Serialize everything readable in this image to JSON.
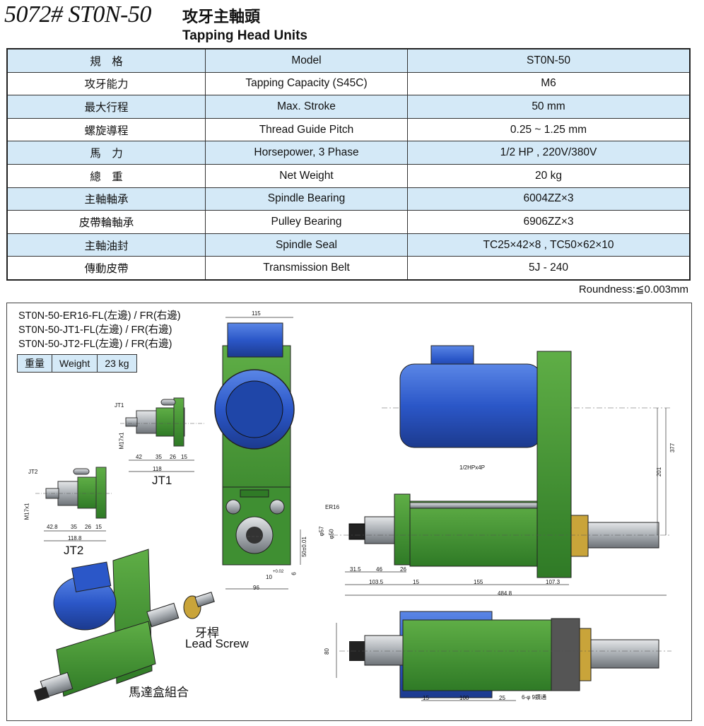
{
  "header": {
    "model": "5072# ST0N-50",
    "title_cn": "攻牙主軸頭",
    "title_en": "Tapping Head Units"
  },
  "spec_table": {
    "rows": [
      {
        "cn": "規　格",
        "en": "Model",
        "value": "ST0N-50"
      },
      {
        "cn": "攻牙能力",
        "en": "Tapping Capacity (S45C)",
        "value": "M6"
      },
      {
        "cn": "最大行程",
        "en": "Max. Stroke",
        "value": "50 mm"
      },
      {
        "cn": "螺旋導程",
        "en": "Thread Guide Pitch",
        "value": "0.25 ~ 1.25 mm"
      },
      {
        "cn": "馬　力",
        "en": "Horsepower, 3 Phase",
        "value": "1/2 HP , 220V/380V"
      },
      {
        "cn": "總　重",
        "en": "Net Weight",
        "value": "20 kg"
      },
      {
        "cn": "主軸軸承",
        "en": "Spindle Bearing",
        "value": "6004ZZ×3"
      },
      {
        "cn": "皮帶輪軸承",
        "en": "Pulley Bearing",
        "value": "6906ZZ×3"
      },
      {
        "cn": "主軸油封",
        "en": "Spindle Seal",
        "value": "TC25×42×8 , TC50×62×10"
      },
      {
        "cn": "傳動皮帶",
        "en": "Transmission Belt",
        "value": "5J - 240"
      }
    ]
  },
  "roundness": "Roundness:≦0.003mm",
  "variants": [
    "ST0N-50-ER16-FL(左邊) / FR(右邊)",
    "ST0N-50-JT1-FL(左邊) / FR(右邊)",
    "ST0N-50-JT2-FL(左邊) / FR(右邊)"
  ],
  "weight": {
    "cn": "重量",
    "en": "Weight",
    "value": "23 kg"
  },
  "labels": {
    "jt1": "JT1",
    "jt2": "JT2",
    "jt1_tag": "JT1",
    "jt2_tag": "JT2",
    "m17": "M17x1",
    "jt1_d": [
      "42",
      "35",
      "26",
      "15"
    ],
    "jt1_total": "118",
    "jt2_d": [
      "42.8",
      "35",
      "26",
      "15"
    ],
    "jt2_total": "118.8",
    "lead_cn": "牙桿",
    "lead_en": "Lead Screw",
    "motor_box": "馬達盒組合",
    "front_w": "115",
    "front_96": "96",
    "front_10": "10",
    "front_tol": "+0.02",
    "front_50": "50±0.01",
    "front_6": "6",
    "motor_note": "1/2HPx4P",
    "er16": "ER16",
    "d57": "φ57",
    "d50": "φ50",
    "side_d": [
      "31.5",
      "46",
      "26"
    ],
    "side_b": [
      "103.5",
      "15",
      "155",
      "107.3"
    ],
    "side_total": "484.8",
    "h377": "377",
    "h201": "201",
    "top_80": "80",
    "top_d": [
      "15",
      "100",
      "25"
    ],
    "top_hole": "6-φ 9鑽通"
  },
  "colors": {
    "blue_row": "#d4e9f7",
    "green": "#3f8f32",
    "motor": "#2b57c8",
    "steel": "#9aa0a6"
  }
}
